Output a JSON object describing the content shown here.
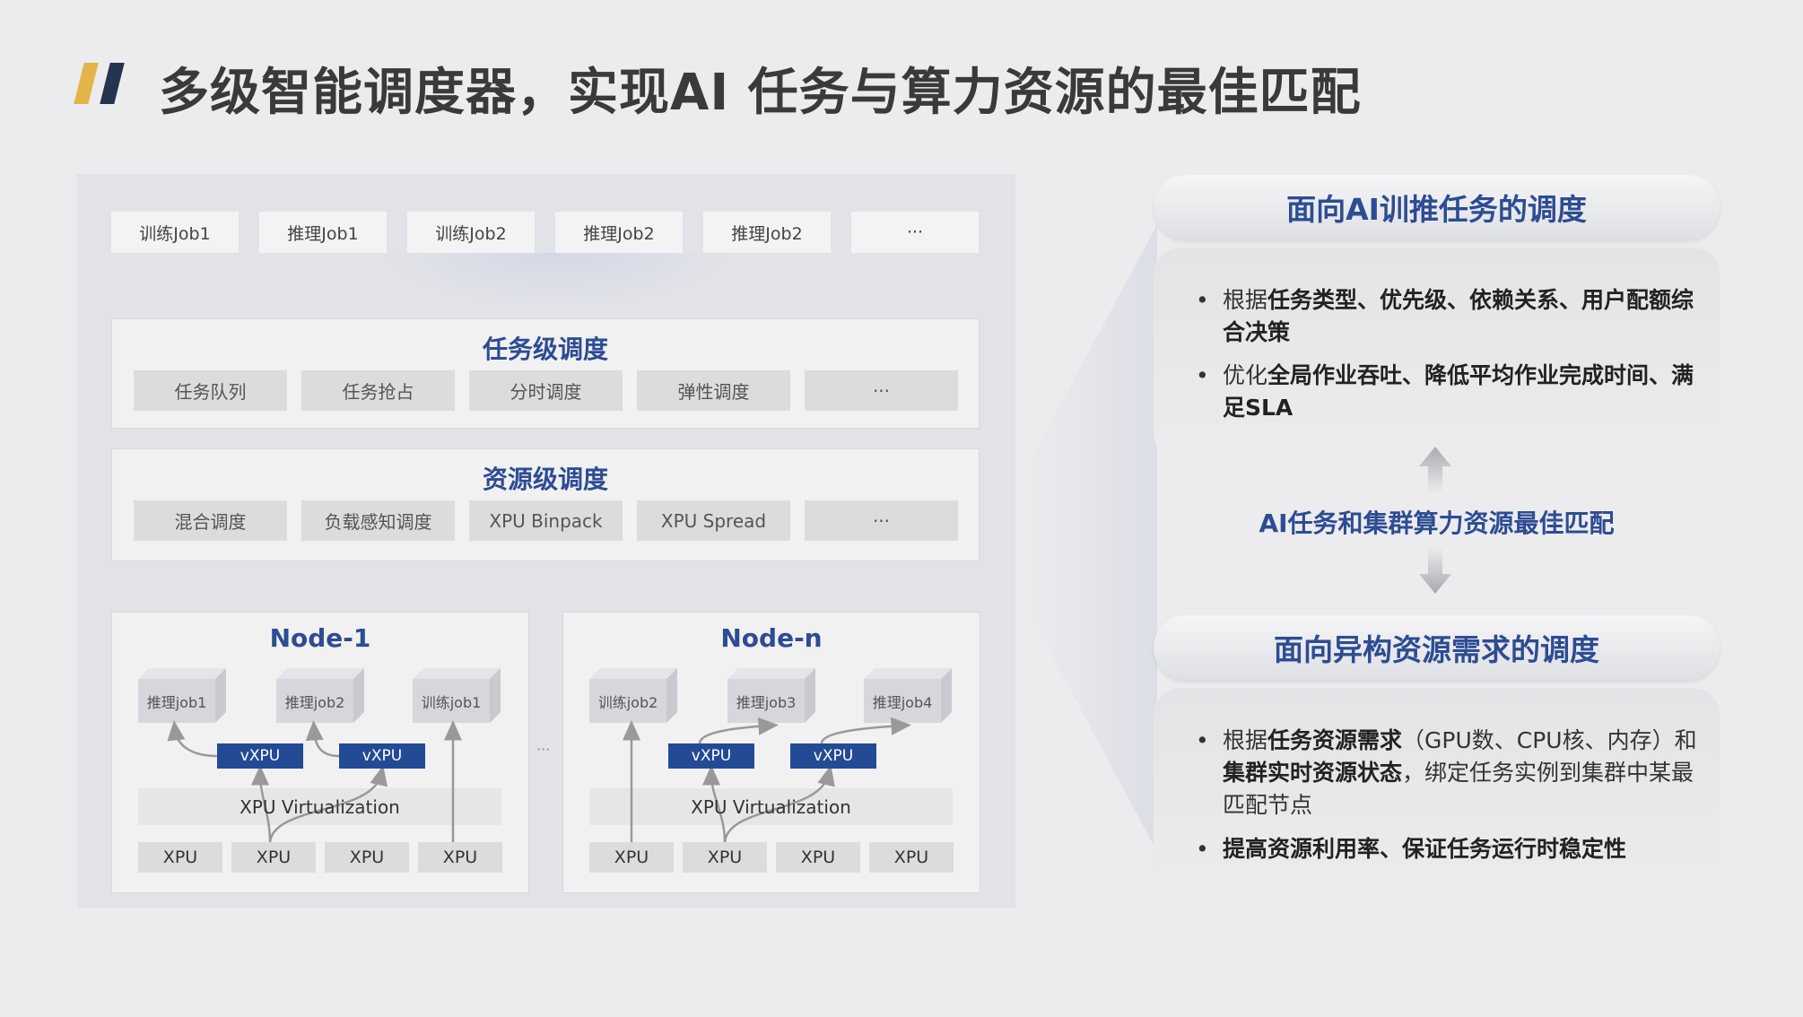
{
  "title": "多级智能调度器，实现AI 任务与算力资源的最佳匹配",
  "colors": {
    "accent_yellow": "#e2b44a",
    "accent_navy": "#25344f",
    "blue": "#2d4c93",
    "vxpu": "#234a95"
  },
  "jobs": [
    "训练Job1",
    "推理Job1",
    "训练Job2",
    "推理Job2",
    "推理Job2",
    "···"
  ],
  "task_layer": {
    "title": "任务级调度",
    "items": [
      "任务队列",
      "任务抢占",
      "分时调度",
      "弹性调度",
      "···"
    ]
  },
  "resource_layer": {
    "title": "资源级调度",
    "items": [
      "混合调度",
      "负载感知调度",
      "XPU Binpack",
      "XPU Spread",
      "···"
    ]
  },
  "nodes": [
    {
      "title": "Node-1",
      "jobs": [
        "推理job1",
        "推理job2",
        "训练job1"
      ],
      "vxpu": [
        "vXPU",
        "vXPU"
      ],
      "virtualization": "XPU Virtualization",
      "xpus": [
        "XPU",
        "XPU",
        "XPU",
        "XPU"
      ]
    },
    {
      "title": "Node-n",
      "jobs": [
        "训练job2",
        "推理job3",
        "推理job4"
      ],
      "vxpu": [
        "vXPU",
        "vXPU"
      ],
      "virtualization": "XPU Virtualization",
      "xpus": [
        "XPU",
        "XPU",
        "XPU",
        "XPU"
      ]
    }
  ],
  "nodes_ellipsis": "···",
  "right": {
    "top": {
      "title": "面向AI训推任务的调度",
      "b1": {
        "pre": "根据",
        "bold": "任务类型、优先级、依赖关系、用户配额综合决策"
      },
      "b2": {
        "pre": "优化",
        "bold": "全局作业吞吐、降低平均作业完成时间、满足SLA"
      }
    },
    "middle": "AI任务和集群算力资源最佳匹配",
    "bottom": {
      "title": "面向异构资源需求的调度",
      "b1": {
        "pre": "根据",
        "bold1": "任务资源需求",
        "mid": "（GPU数、CPU核、内存）和",
        "bold2": "集群实时资源状态",
        "post": "，绑定任务实例到集群中某最匹配节点"
      },
      "b2": {
        "bold": "提高资源利用率、保证任务运行时稳定性"
      }
    },
    "bullet": "•"
  }
}
